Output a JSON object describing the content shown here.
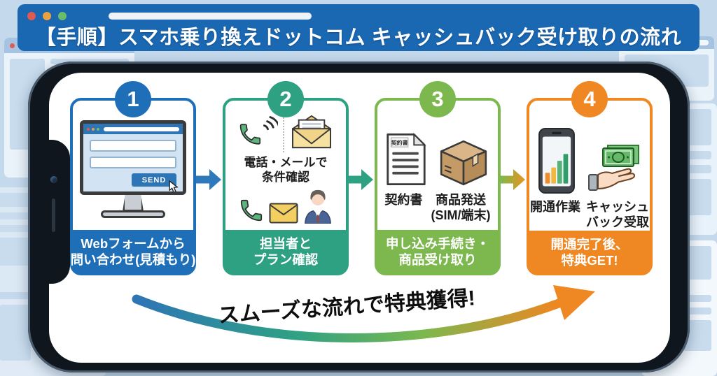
{
  "banner": {
    "title": "【手順】スマホ乗り換えドットコム キャッシュバック受け取りの流れ"
  },
  "steps": [
    {
      "number": "1",
      "accent": "#1e6fb8",
      "send_label": "SEND",
      "label": [
        "Webフォームから",
        "問い合わせ(見積もり)"
      ]
    },
    {
      "number": "2",
      "accent": "#2fa183",
      "caption": [
        "電話・メールで",
        "条件確認"
      ],
      "label": [
        "担当者と",
        "プラン確認"
      ]
    },
    {
      "number": "3",
      "accent": "#7cb84e",
      "doc_tag": "契約書",
      "caption_doc": "契約書",
      "caption_ship": [
        "商品発送",
        "(SIM/端末)"
      ],
      "label": [
        "申し込み手続き・",
        "商品受け取り"
      ]
    },
    {
      "number": "4",
      "accent": "#ef8722",
      "caption_phone": "開通作業",
      "caption_cash": [
        "キャッシュ",
        "バック受取"
      ],
      "label": [
        "開通完了後、",
        "特典GET!"
      ]
    }
  ],
  "arrows": [
    {
      "color": "#2e78bc"
    },
    {
      "color": "#2fa183"
    },
    {
      "gradient": [
        "#7cb84e",
        "#e8951f"
      ]
    }
  ],
  "swoosh": {
    "text": "スムーズな流れで特典獲得!",
    "gradient": [
      "#2e75b6",
      "#2fa183",
      "#7cb84e",
      "#ef8722"
    ]
  },
  "colors": {
    "background": "#c5d9ec",
    "banner": "#1a67b2",
    "phone_frame": "#10161d"
  }
}
